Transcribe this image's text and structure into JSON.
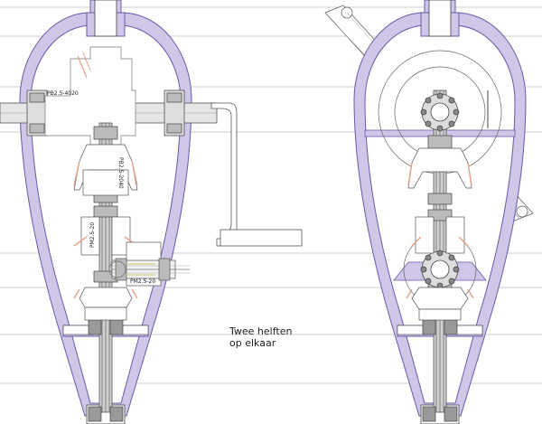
{
  "drawing": {
    "labels": {
      "bearing_top": "PB2.5-4020",
      "bearing_vertical": "PB2.5-2040",
      "gear_vertical": "PM2.5-20",
      "gear_horizontal": "PM2.5-20"
    },
    "note": {
      "line1": "Twee helften",
      "line2": "op elkaar"
    }
  },
  "colors": {
    "hull": "#cfc6e8",
    "hull_outline": "#6a5aa8",
    "line": "#555555",
    "gear_accent": "#e6a08a"
  }
}
